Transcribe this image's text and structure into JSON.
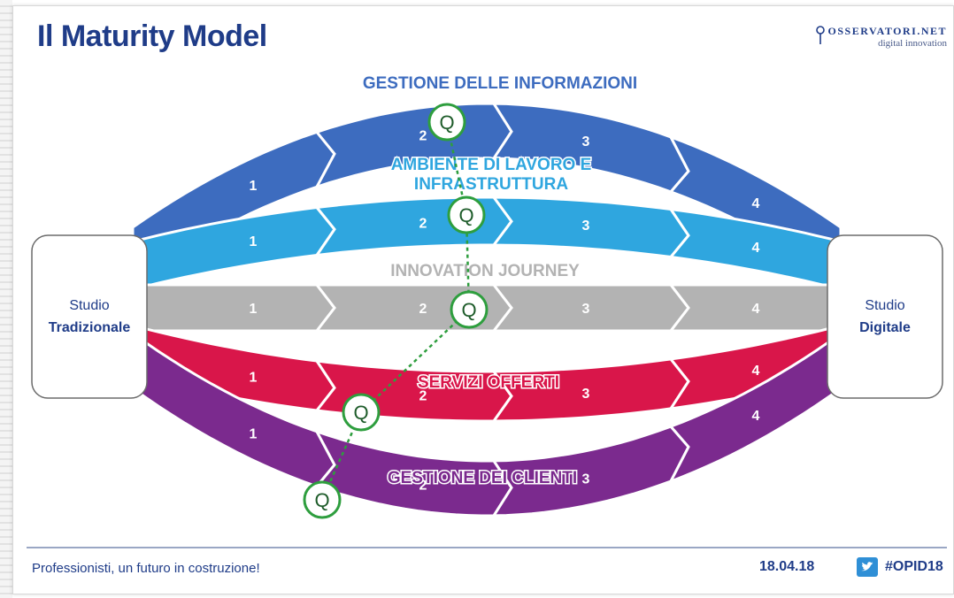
{
  "slide": {
    "title": "Il Maturity Model",
    "logo_line1": "OSSERVATORI.NET",
    "logo_line2": "digital innovation"
  },
  "left_box": {
    "line1": "Studio",
    "line2": "Tradizionale"
  },
  "right_box": {
    "line1": "Studio",
    "line2": "Digitale"
  },
  "bands": [
    {
      "label_lines": [
        "GESTIONE DELLE INFORMAZIONI"
      ],
      "color": "#3d6cbf",
      "label_color": "#3d6cbf",
      "stage_labels": [
        "1",
        "2",
        "3",
        "4"
      ]
    },
    {
      "label_lines": [
        "AMBIENTE DI LAVORO E",
        "INFRASTRUTTURA"
      ],
      "color": "#2fa6df",
      "label_color": "#2fa6df",
      "stage_labels": [
        "1",
        "2",
        "3",
        "4"
      ]
    },
    {
      "label_lines": [
        "INNOVATION JOURNEY"
      ],
      "color": "#b3b3b3",
      "label_color": "#b3b3b3",
      "stage_labels": [
        "1",
        "2",
        "3",
        "4"
      ]
    },
    {
      "label_lines": [
        "SERVIZI OFFERTI"
      ],
      "color": "#d9164a",
      "label_color": "#d9164a",
      "stage_labels": [
        "1",
        "2",
        "3",
        "4"
      ]
    },
    {
      "label_lines": [
        "GESTIONE DEI CLIENTI"
      ],
      "color": "#7b2a8e",
      "label_color": "#7b2a8e",
      "stage_labels": [
        "1",
        "2",
        "3",
        "4"
      ]
    }
  ],
  "marker": {
    "letter": "Q",
    "color": "#2e9e3e"
  },
  "footer": {
    "text": "Professionisti, un futuro in costruzione!",
    "date": "18.04.18",
    "hashtag": "#OPID18"
  }
}
